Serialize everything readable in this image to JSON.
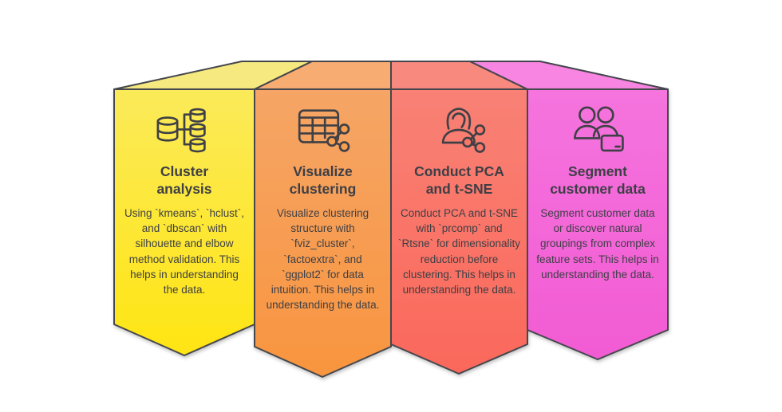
{
  "style": {
    "background": "#FFFFFF",
    "stroke": "#45464D",
    "icon": "#3F4046",
    "text": "#3E3F45"
  },
  "panels": [
    {
      "id": "cluster-analysis",
      "icon": "database-tree-icon",
      "title": "Cluster analysis",
      "body": "Using `kmeans`, `hclust`, and `dbscan` with silhouette and elbow method validation. This helps in understanding the data.",
      "colors": {
        "top": "#FBEA5A",
        "bottom": "#FFE512",
        "roof": "#F6E97F",
        "mask": "#FFE63B"
      }
    },
    {
      "id": "visualize-clustering",
      "icon": "table-share-icon",
      "title": "Visualize clustering",
      "body": "Visualize clustering structure with `fviz_cluster`, `factoextra`, and `ggplot2` for data intuition. This helps in understanding the data.",
      "colors": {
        "top": "#F6A566",
        "bottom": "#F8953F",
        "roof": "#F7AC72",
        "mask": "#F89E51"
      }
    },
    {
      "id": "conduct-pca-tsne",
      "icon": "person-share-icon",
      "title": "Conduct PCA and t-SNE",
      "body": "Conduct PCA and t-SNE with `prcomp` and `Rtsne` for dimensionality reduction before clustering. This helps in understanding the data.",
      "colors": {
        "top": "#F98175",
        "bottom": "#FA685B",
        "roof": "#F8897F",
        "mask": "#F97769"
      }
    },
    {
      "id": "segment-customer-data",
      "icon": "people-card-icon",
      "title": "Segment customer data",
      "body": "Segment customer data or discover natural groupings from complex feature sets. This helps in understanding the data.",
      "colors": {
        "top": "#F574DE",
        "bottom": "#F25BD3",
        "roof": "#F785E1",
        "mask": "#F469DA"
      }
    }
  ]
}
